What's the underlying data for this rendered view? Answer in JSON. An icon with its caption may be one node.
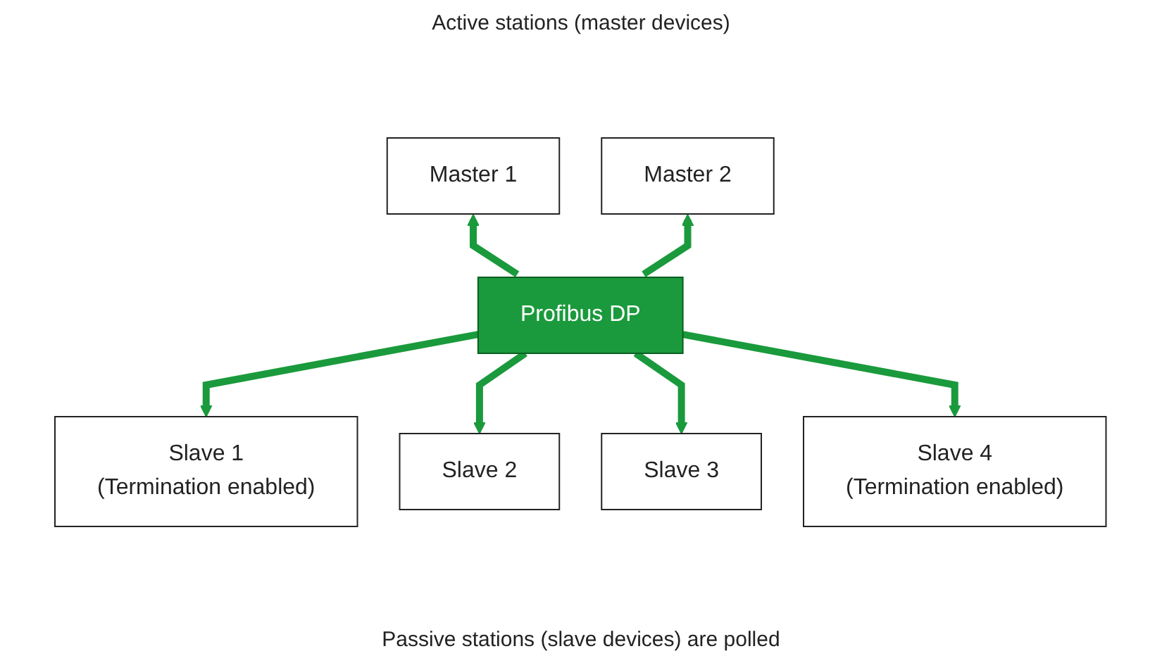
{
  "diagram": {
    "nodes": [
      {
        "text": [
          "Master 1"
        ]
      },
      {
        "text": [
          "Master 2"
        ]
      },
      {
        "text": [
          "Profibus DP"
        ]
      },
      {
        "text": [
          "Slave 1",
          "(Termination enabled)"
        ]
      },
      {
        "text": [
          "Slave 2"
        ]
      },
      {
        "text": [
          "Slave 3"
        ]
      },
      {
        "text": [
          "Slave 4",
          "(Termination enabled)"
        ]
      }
    ],
    "edges": [
      {
        "from": 2,
        "to": 0,
        "arrow": "to"
      },
      {
        "from": 2,
        "to": 1,
        "arrow": "to"
      },
      {
        "from": 2,
        "to": 3,
        "arrow": "to"
      },
      {
        "from": 2,
        "to": 4,
        "arrow": "to"
      },
      {
        "from": 2,
        "to": 5,
        "arrow": "to"
      },
      {
        "from": 2,
        "to": 6,
        "arrow": "to"
      }
    ],
    "labels": [
      "Active stations (master devices)",
      "Passive stations (slave devices) are polled"
    ]
  }
}
